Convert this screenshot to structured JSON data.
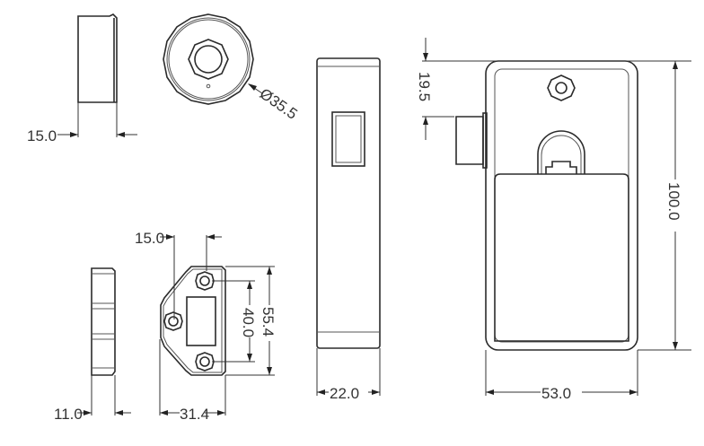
{
  "dimensions": {
    "knob_depth": "15.0",
    "knob_diameter": "Ø35.5",
    "plate_offset": "15.0",
    "plate_height": "55.4",
    "hole_spacing": "40.0",
    "plate_thickness": "11.0",
    "plate_width": "31.4",
    "body_depth": "22.0",
    "bolt_offset": "19.5",
    "body_height": "100.0",
    "body_width": "53.0"
  }
}
